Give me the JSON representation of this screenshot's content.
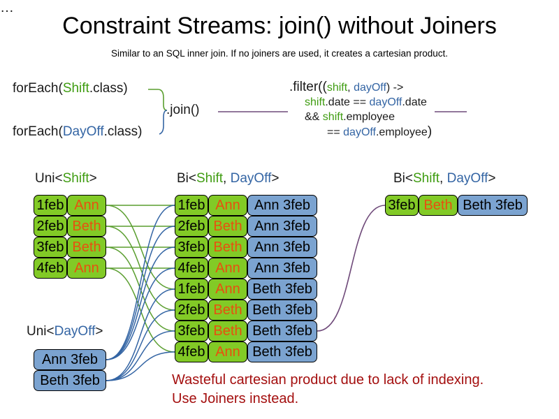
{
  "slide": {
    "title": "Constraint Streams: join() without Joiners",
    "subtitle": "Similar to an SQL inner join. If no joiners are used, it creates a cartesian product.",
    "warning_line1": "Wasteful cartesian product due to lack of indexing.",
    "warning_line2": "Use Joiners instead.",
    "ellipsis": "…"
  },
  "colors": {
    "shift_green": "#3f9c11",
    "dayoff_blue": "#3465a4",
    "box_green": "#82ca26",
    "box_blue": "#7ba3d0",
    "name_orange": "#e8500f",
    "warning_red": "#a40f0f",
    "wire_green": "#5a9e2f",
    "wire_blue": "#3465a4",
    "wire_purple": "#6f4a7a"
  },
  "code": {
    "foreach_shift": {
      "prefix": "forEach(",
      "type": "Shift",
      "suffix": ".class)"
    },
    "foreach_dayoff": {
      "prefix": "forEach(",
      "type": "DayOff",
      "suffix": ".class)"
    },
    "join_label": ".join()",
    "filter": {
      "l1_a": ".filter((",
      "l1_shift": "shift",
      "l1_comma": ", ",
      "l1_dayoff": "dayOff",
      "l1_b": ") ->",
      "l2_shift": "shift",
      "l2_mid": ".date == ",
      "l2_dayoff": "dayOff",
      "l2_end": ".date",
      "l3_amp": "&& ",
      "l3_shift": "shift",
      "l3_end": ".employee",
      "l4_eq": "== ",
      "l4_dayoff": "dayOff",
      "l4_end": ".employee",
      "l4_close": ")"
    }
  },
  "captions": {
    "uni_shift": {
      "a": "Uni<",
      "type": "Shift",
      "b": ">"
    },
    "bi_mid": {
      "a": "Bi<",
      "t1": "Shift",
      "comma": ", ",
      "t2": "DayOff",
      "b": ">"
    },
    "bi_right": {
      "a": "Bi<",
      "t1": "Shift",
      "comma": ", ",
      "t2": "DayOff",
      "b": ">"
    },
    "uni_dayoff": {
      "a": "Uni<",
      "type": "DayOff",
      "b": ">"
    }
  },
  "uni_shift_rows": [
    {
      "date": "1feb",
      "employee": "Ann"
    },
    {
      "date": "2feb",
      "employee": "Beth"
    },
    {
      "date": "3feb",
      "employee": "Beth"
    },
    {
      "date": "4feb",
      "employee": "Ann"
    }
  ],
  "uni_dayoff_rows": [
    {
      "label": "Ann 3feb"
    },
    {
      "label": "Beth 3feb"
    }
  ],
  "bi_rows": [
    {
      "date": "1feb",
      "employee": "Ann",
      "dayoff": "Ann 3feb"
    },
    {
      "date": "2feb",
      "employee": "Beth",
      "dayoff": "Ann 3feb"
    },
    {
      "date": "3feb",
      "employee": "Beth",
      "dayoff": "Ann 3feb"
    },
    {
      "date": "4feb",
      "employee": "Ann",
      "dayoff": "Ann 3feb"
    },
    {
      "date": "1feb",
      "employee": "Ann",
      "dayoff": "Beth 3feb"
    },
    {
      "date": "2feb",
      "employee": "Beth",
      "dayoff": "Beth 3feb"
    },
    {
      "date": "3feb",
      "employee": "Beth",
      "dayoff": "Beth 3feb"
    },
    {
      "date": "4feb",
      "employee": "Ann",
      "dayoff": "Beth 3feb"
    }
  ],
  "result_rows": [
    {
      "date": "3feb",
      "employee": "Beth",
      "dayoff": "Beth 3feb"
    }
  ]
}
